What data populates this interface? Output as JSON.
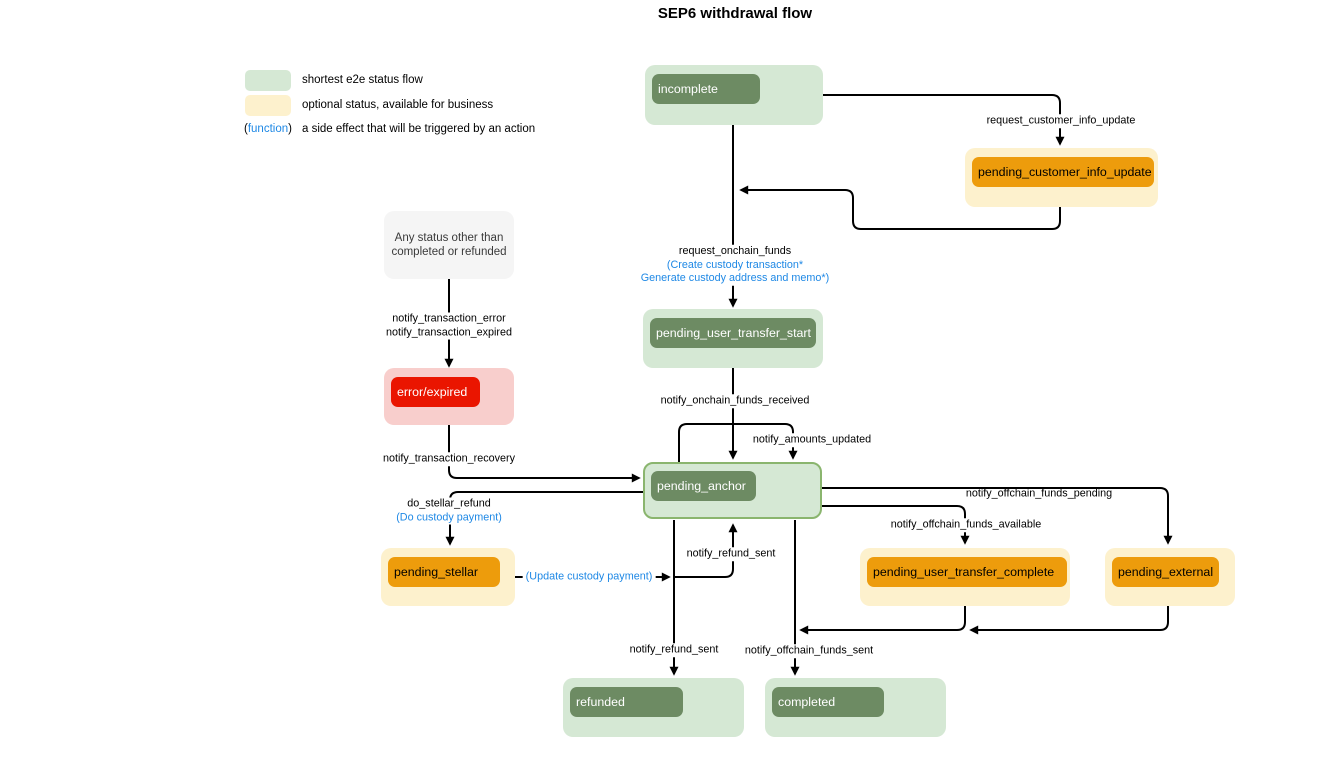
{
  "title": "SEP6 withdrawal flow",
  "colors": {
    "status_green_bg": "#d5e8d4",
    "status_green_chip": "#6d8b63",
    "anchor_border_green": "#8ab56e",
    "optional_bg": "#fdf1cd",
    "optional_chip": "#ed9c0c",
    "error_bg": "#f8cecc",
    "error_chip": "#ea1500",
    "note_bg": "#f5f5f5",
    "function_blue": "#1e88e5",
    "edge_color": "#000000"
  },
  "legend": {
    "green_label": "shortest e2e status flow",
    "optional_label": "optional status, available for business",
    "function_open": "(",
    "function_word": "function",
    "function_close": ")",
    "function_label": "a side effect that will be triggered by an action"
  },
  "nodes": {
    "incomplete": "incomplete",
    "pending_customer_info_update": "pending_customer_info_update",
    "pending_user_transfer_start": "pending_user_transfer_start",
    "pending_anchor": "pending_anchor",
    "error_expired": "error/expired",
    "pending_stellar": "pending_stellar",
    "pending_user_transfer_complete": "pending_user_transfer_complete",
    "pending_external": "pending_external",
    "refunded": "refunded",
    "completed": "completed",
    "note_line1": "Any status other than",
    "note_line2": "completed or refunded"
  },
  "edges": {
    "request_customer_info_update": "request_customer_info_update",
    "request_onchain_funds": "request_onchain_funds",
    "request_onchain_funds_fn1": "(Create custody transaction*",
    "request_onchain_funds_fn2": "Generate custody address and memo*)",
    "notify_onchain_funds_received": "notify_onchain_funds_received",
    "notify_amounts_updated": "notify_amounts_updated",
    "notify_transaction_error": "notify_transaction_error",
    "notify_transaction_expired": "notify_transaction_expired",
    "notify_transaction_recovery": "notify_transaction_recovery",
    "do_stellar_refund": "do_stellar_refund",
    "do_custody_payment": "(Do custody payment)",
    "update_custody_payment": "(Update custody payment)",
    "notify_refund_sent_up": "notify_refund_sent",
    "notify_refund_sent_down": "notify_refund_sent",
    "notify_offchain_funds_sent": "notify_offchain_funds_sent",
    "notify_offchain_funds_pending": "notify_offchain_funds_pending",
    "notify_offchain_funds_available": "notify_offchain_funds_available"
  }
}
